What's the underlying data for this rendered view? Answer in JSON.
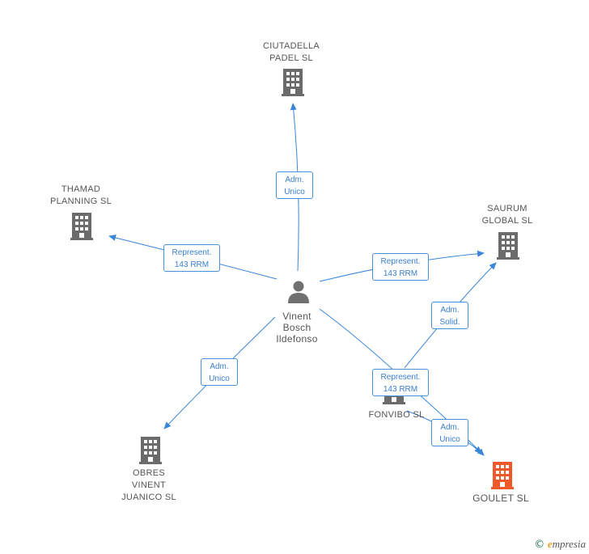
{
  "nodes": {
    "ciutadella": {
      "label": "CIUTADELLA\nPADEL SL",
      "type": "company"
    },
    "thamad": {
      "label": "THAMAD\nPLANNING SL",
      "type": "company"
    },
    "saurum": {
      "label": "SAURUM\nGLOBAL SL",
      "type": "company"
    },
    "fonvibo": {
      "label": "FONVIBO  SL",
      "type": "company"
    },
    "goulet": {
      "label": "GOULET SL",
      "type": "company-highlight"
    },
    "obres": {
      "label": "OBRES\nVINENT\nJUANICO SL",
      "type": "company"
    },
    "person": {
      "label": "Vinent\nBosch\nIldefonso",
      "type": "person"
    }
  },
  "edges": {
    "to_ciutadella": "Adm.\nUnico",
    "to_thamad": "Represent.\n143 RRM",
    "to_saurum": "Represent.\n143 RRM",
    "fonvibo_to_saurum": "Adm.\nSolid.",
    "to_fonvibo": "Represent.\n143 RRM",
    "fonvibo_to_goulet": "Adm.\nUnico",
    "to_obres": "Adm.\nUnico"
  },
  "colors": {
    "edge": "#3a86d8",
    "company_icon": "#6b6b6b",
    "highlight_icon": "#f0592a",
    "person_icon": "#707070"
  },
  "footer": {
    "copyright": "©",
    "brand_initial": "e",
    "brand_rest": "mpresia"
  }
}
